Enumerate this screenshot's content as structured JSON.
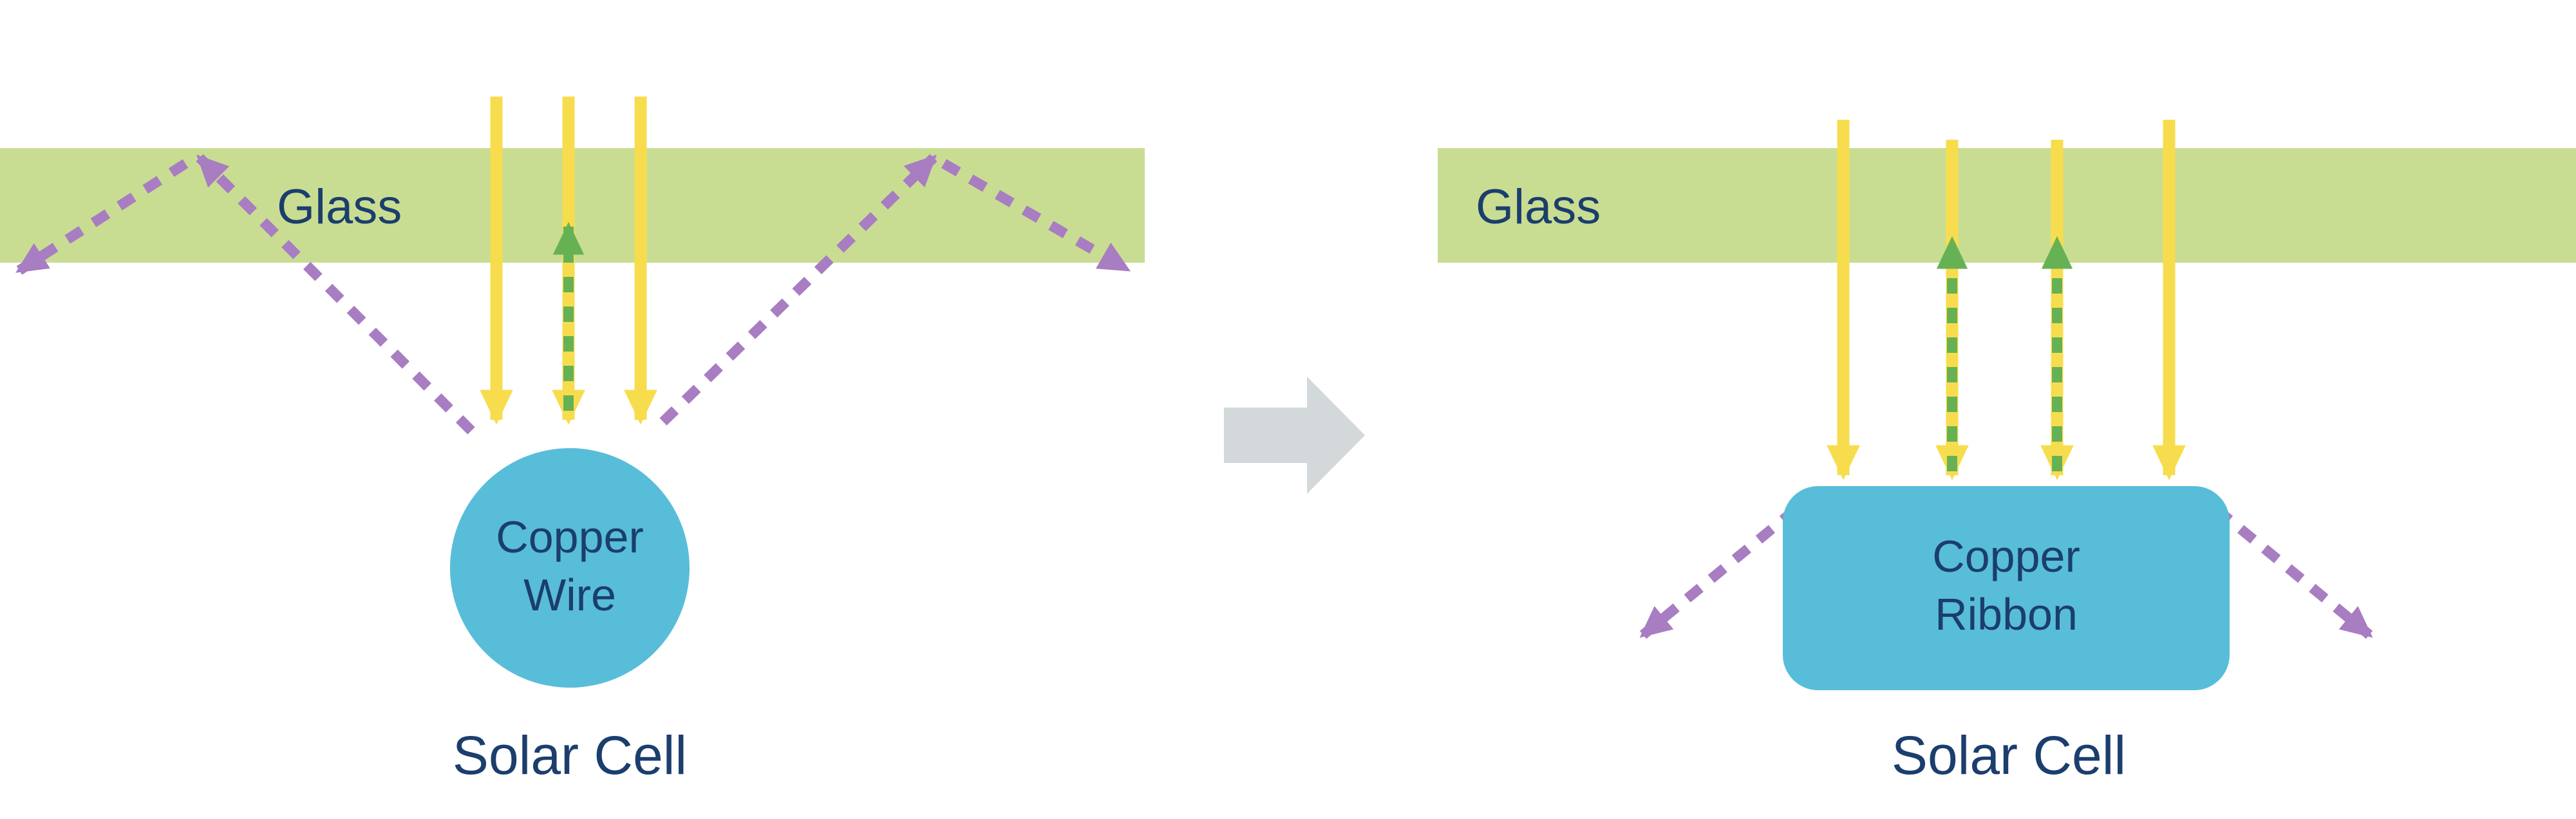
{
  "panels": {
    "left": {
      "glass_label": "Glass",
      "conductor": {
        "line1": "Copper",
        "line2": "Wire"
      },
      "cell_label": "Solar Cell"
    },
    "right": {
      "glass_label": "Glass",
      "conductor": {
        "line1": "Copper",
        "line2": "Ribbon"
      },
      "cell_label": "Solar Cell"
    }
  },
  "icons": {
    "sunlight_ray": "yellow-down-arrow",
    "reflected_ray": "green-dashed-up-arrow",
    "scattered_ray": "purple-dashed-diagonal-arrow",
    "transition": "gray-right-arrow"
  },
  "colors": {
    "glass": "#c9dd92",
    "label": "#1b3e6d",
    "sunlight": "#f7dd4d",
    "reflected": "#67b155",
    "scattered": "#a87dc2",
    "copper": "#58bdd9",
    "transition_arrow": "#d3d8db"
  }
}
